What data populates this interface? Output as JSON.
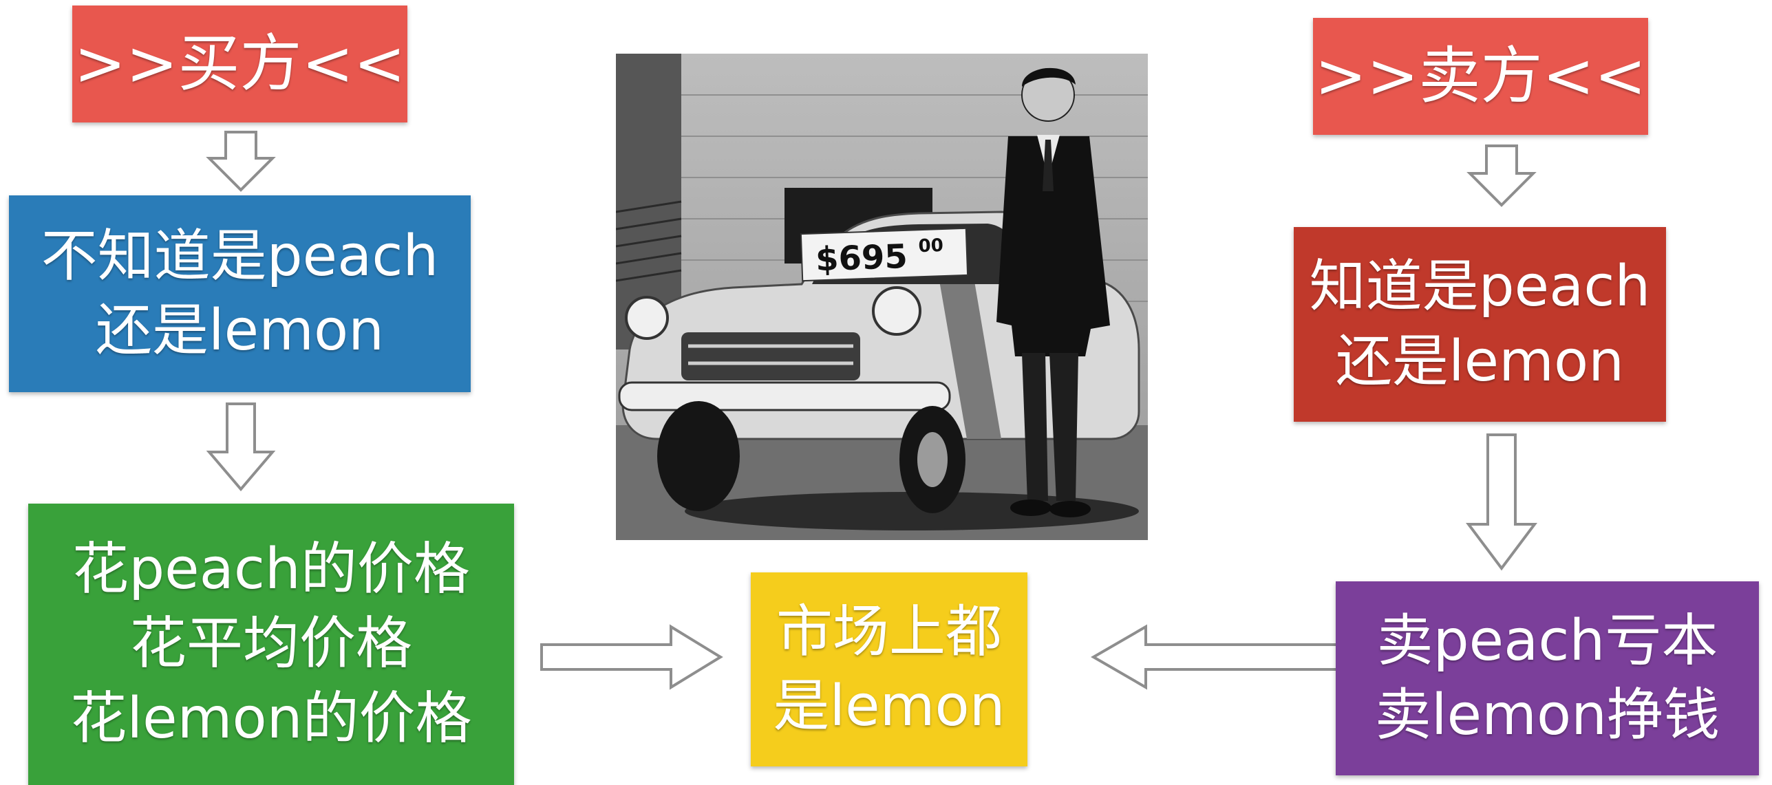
{
  "colors": {
    "buyer_title": "#e8574e",
    "buyer_knowledge": "#2a7cb8",
    "buyer_payment": "#39a13a",
    "seller_title": "#e8574e",
    "seller_knowledge": "#c0392b",
    "seller_profit": "#7b3f9a",
    "market_result": "#f5cd1c",
    "arrow_stroke": "#8e8e8e"
  },
  "buyer": {
    "title": ">>买方<<",
    "knowledge_lines": [
      "不知道是peach",
      "还是lemon"
    ],
    "payment_lines": [
      "花peach的价格",
      "花平均价格",
      "花lemon的价格"
    ]
  },
  "seller": {
    "title": ">>卖方<<",
    "knowledge_lines": [
      "知道是peach",
      "还是lemon"
    ],
    "profit_lines": [
      "卖peach亏本",
      "卖lemon挣钱"
    ]
  },
  "market": {
    "result_lines": [
      "市场上都",
      "是lemon"
    ]
  },
  "photo": {
    "price_sign": "$695",
    "price_cents": "00"
  }
}
